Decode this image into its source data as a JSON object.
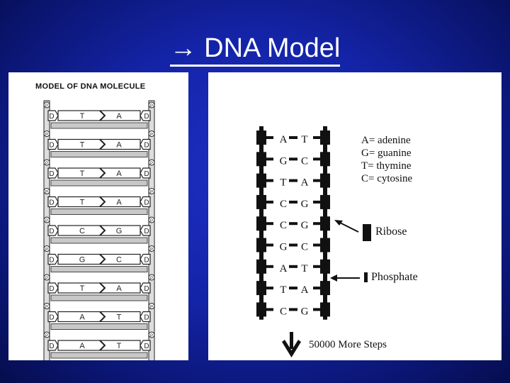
{
  "slide": {
    "title": "DNA Model",
    "arrow_glyph": "→",
    "colors": {
      "background": "#1424a8",
      "title": "#ffffff",
      "panel": "#ffffff",
      "ink": "#111111"
    }
  },
  "left_diagram": {
    "heading": "MODEL OF DNA MOLECULE",
    "side_labels": {
      "phosphate": "P",
      "sugar": "D"
    },
    "pairs": [
      {
        "left": "T",
        "right": "A"
      },
      {
        "left": "T",
        "right": "A"
      },
      {
        "left": "T",
        "right": "A"
      },
      {
        "left": "T",
        "right": "A"
      },
      {
        "left": "C",
        "right": "G"
      },
      {
        "left": "G",
        "right": "C"
      },
      {
        "left": "T",
        "right": "A"
      },
      {
        "left": "A",
        "right": "T"
      },
      {
        "left": "A",
        "right": "T"
      }
    ]
  },
  "right_diagram": {
    "pairs": [
      {
        "left": "A",
        "right": "T"
      },
      {
        "left": "G",
        "right": "C"
      },
      {
        "left": "T",
        "right": "A"
      },
      {
        "left": "C",
        "right": "G"
      },
      {
        "left": "C",
        "right": "G"
      },
      {
        "left": "G",
        "right": "C"
      },
      {
        "left": "A",
        "right": "T"
      },
      {
        "left": "T",
        "right": "A"
      },
      {
        "left": "C",
        "right": "G"
      }
    ],
    "legend": [
      "A= adenine",
      "G= guanine",
      "T= thymine",
      "C= cytosine"
    ],
    "ribose_label": "Ribose",
    "phosphate_label": "Phosphate",
    "more_steps_label": "50000 More Steps"
  }
}
